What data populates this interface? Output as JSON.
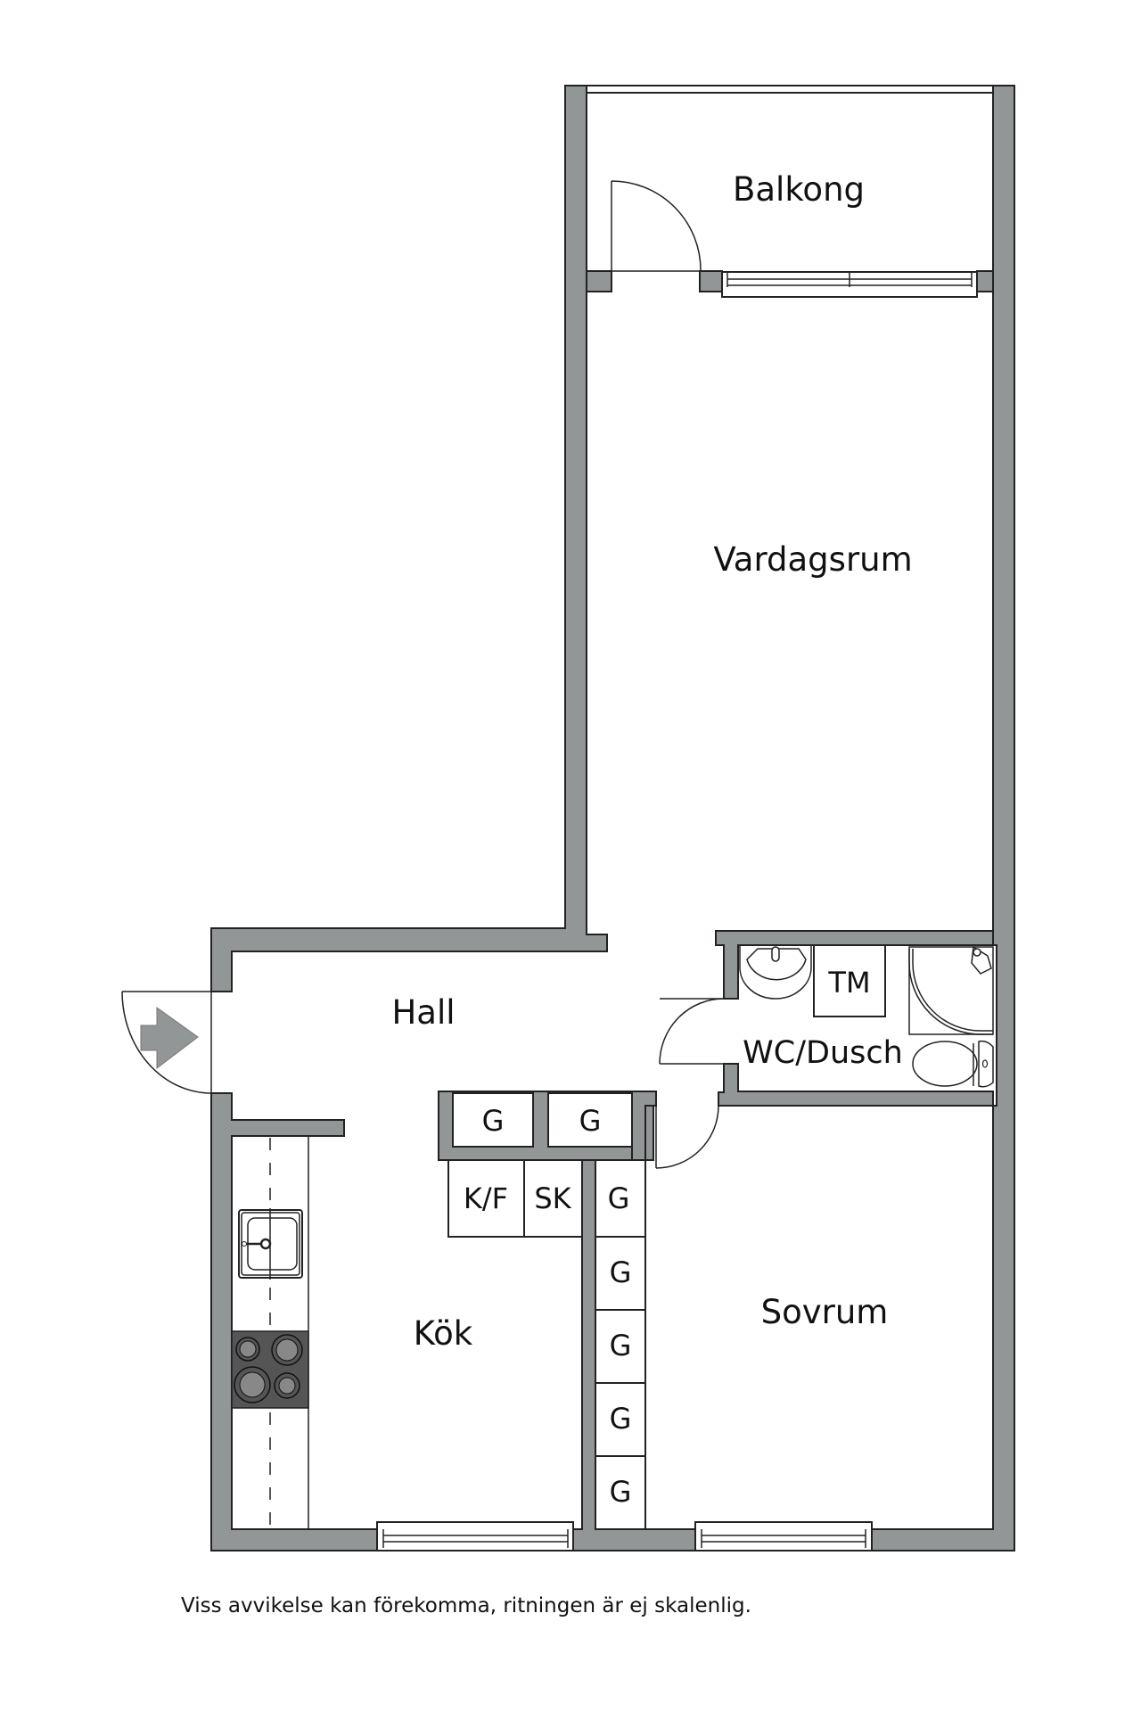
{
  "floorplan": {
    "colors": {
      "wall": "#939696",
      "outline": "#222222",
      "stove": "#555555",
      "background": "#ffffff"
    },
    "rooms": [
      {
        "id": "balkong",
        "label": "Balkong"
      },
      {
        "id": "vardagsrum",
        "label": "Vardagsrum"
      },
      {
        "id": "hall",
        "label": "Hall"
      },
      {
        "id": "wc-dusch",
        "label": "WC/Dusch"
      },
      {
        "id": "kok",
        "label": "Kök"
      },
      {
        "id": "sovrum",
        "label": "Sovrum"
      }
    ],
    "fixtures": {
      "tm": "TM",
      "kf": "K/F",
      "sk": "SK",
      "closet": "G"
    },
    "closets": [
      "G",
      "G",
      "G",
      "G",
      "G",
      "G",
      "G"
    ],
    "icons": {
      "entrance": "entrance-arrow-icon",
      "sink": "kitchen-sink-icon",
      "stove": "stove-icon",
      "washbasin": "washbasin-icon",
      "shower": "shower-icon",
      "toilet": "toilet-icon"
    }
  },
  "caption": "Viss avvikelse kan förekomma, ritningen är ej skalenlig."
}
